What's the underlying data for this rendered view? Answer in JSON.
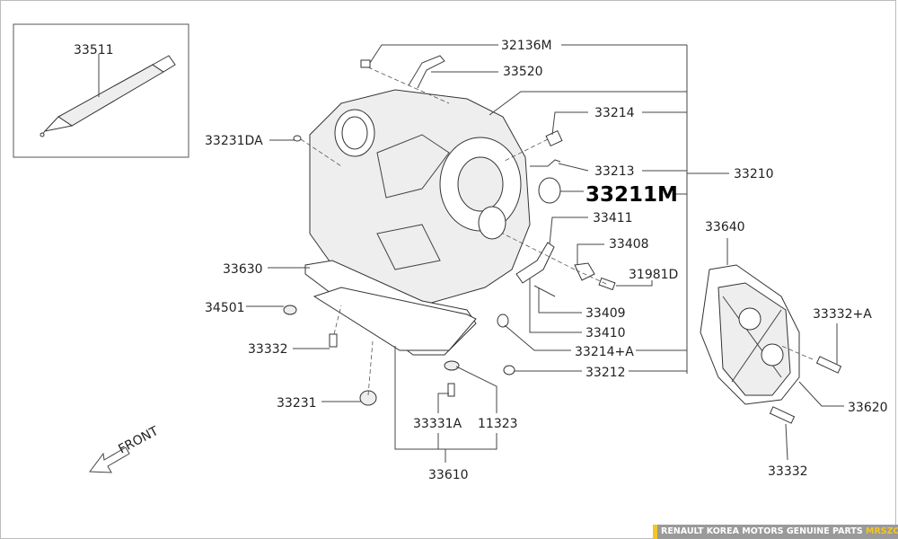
{
  "diagram": {
    "labels": {
      "l33511": "33511",
      "l32136M": "32136M",
      "l33520": "33520",
      "l33214": "33214",
      "l33231DA": "33231DA",
      "l33213": "33213",
      "l33210": "33210",
      "l33211M": "33211M",
      "l33411": "33411",
      "l33408": "33408",
      "l33640": "33640",
      "l31981D": "31981D",
      "l33630": "33630",
      "l34501": "34501",
      "l33332A": "33332+A",
      "l33409": "33409",
      "l33410": "33410",
      "l33214A": "33214+A",
      "l33332a": "33332",
      "l33212": "33212",
      "l33231": "33231",
      "l33620": "33620",
      "l33331A": "33331A",
      "l11323": "11323",
      "l33332b": "33332",
      "l33610": "33610"
    },
    "front_label": "FRONT"
  },
  "watermark": {
    "text": "RENAULT KOREA MOTORS GENUINE PARTS",
    "brand": "MRSZONE"
  }
}
